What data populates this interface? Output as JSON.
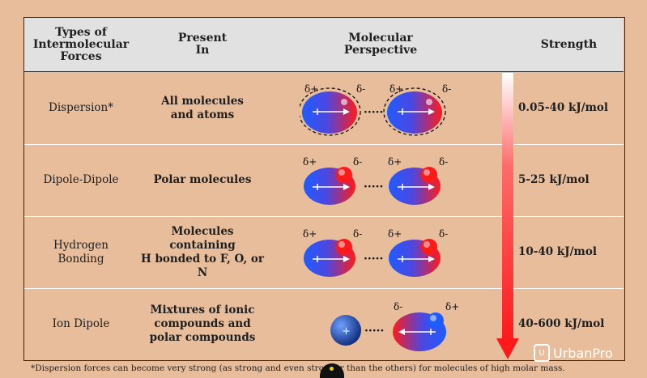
{
  "header": {
    "types": "Types of\nIntermolecular\nForces",
    "present": "Present\nIn",
    "perspective": "Molecular\nPerspective",
    "strength": "Strength"
  },
  "rows": [
    {
      "force": "Dispersion*",
      "present": "All molecules\nand atoms",
      "strength": "0.05-40 kJ/mol"
    },
    {
      "force": "Dipole-Dipole",
      "present": "Polar molecules",
      "strength": "5-25 kJ/mol"
    },
    {
      "force": "Hydrogen\nBonding",
      "present": "Molecules containing\nH bonded to F, O, or N",
      "strength": "10-40 kJ/mol"
    },
    {
      "force": "Ion Dipole",
      "present": "Mixtures of ionic\ncompounds and\npolar compounds",
      "strength": "40-600 kJ/mol"
    }
  ],
  "symbols": {
    "delta_plus": "δ+",
    "delta_minus": "δ-",
    "ion_plus": "+"
  },
  "footnote": "*Dispersion forces can become very strong (as strong and even stronger than the others) for molecules of high molar mass.",
  "watermark": "UrbanPro",
  "colors": {
    "background": "#e7bd9c",
    "header": "#e1e1e1",
    "positive": "#1e5cff",
    "negative": "#ff1a1a",
    "arrow": "#ff1a1a"
  },
  "icons": [
    "urbanpro-logo-icon",
    "strength-gradient-arrow-icon",
    "cursor-icon"
  ]
}
